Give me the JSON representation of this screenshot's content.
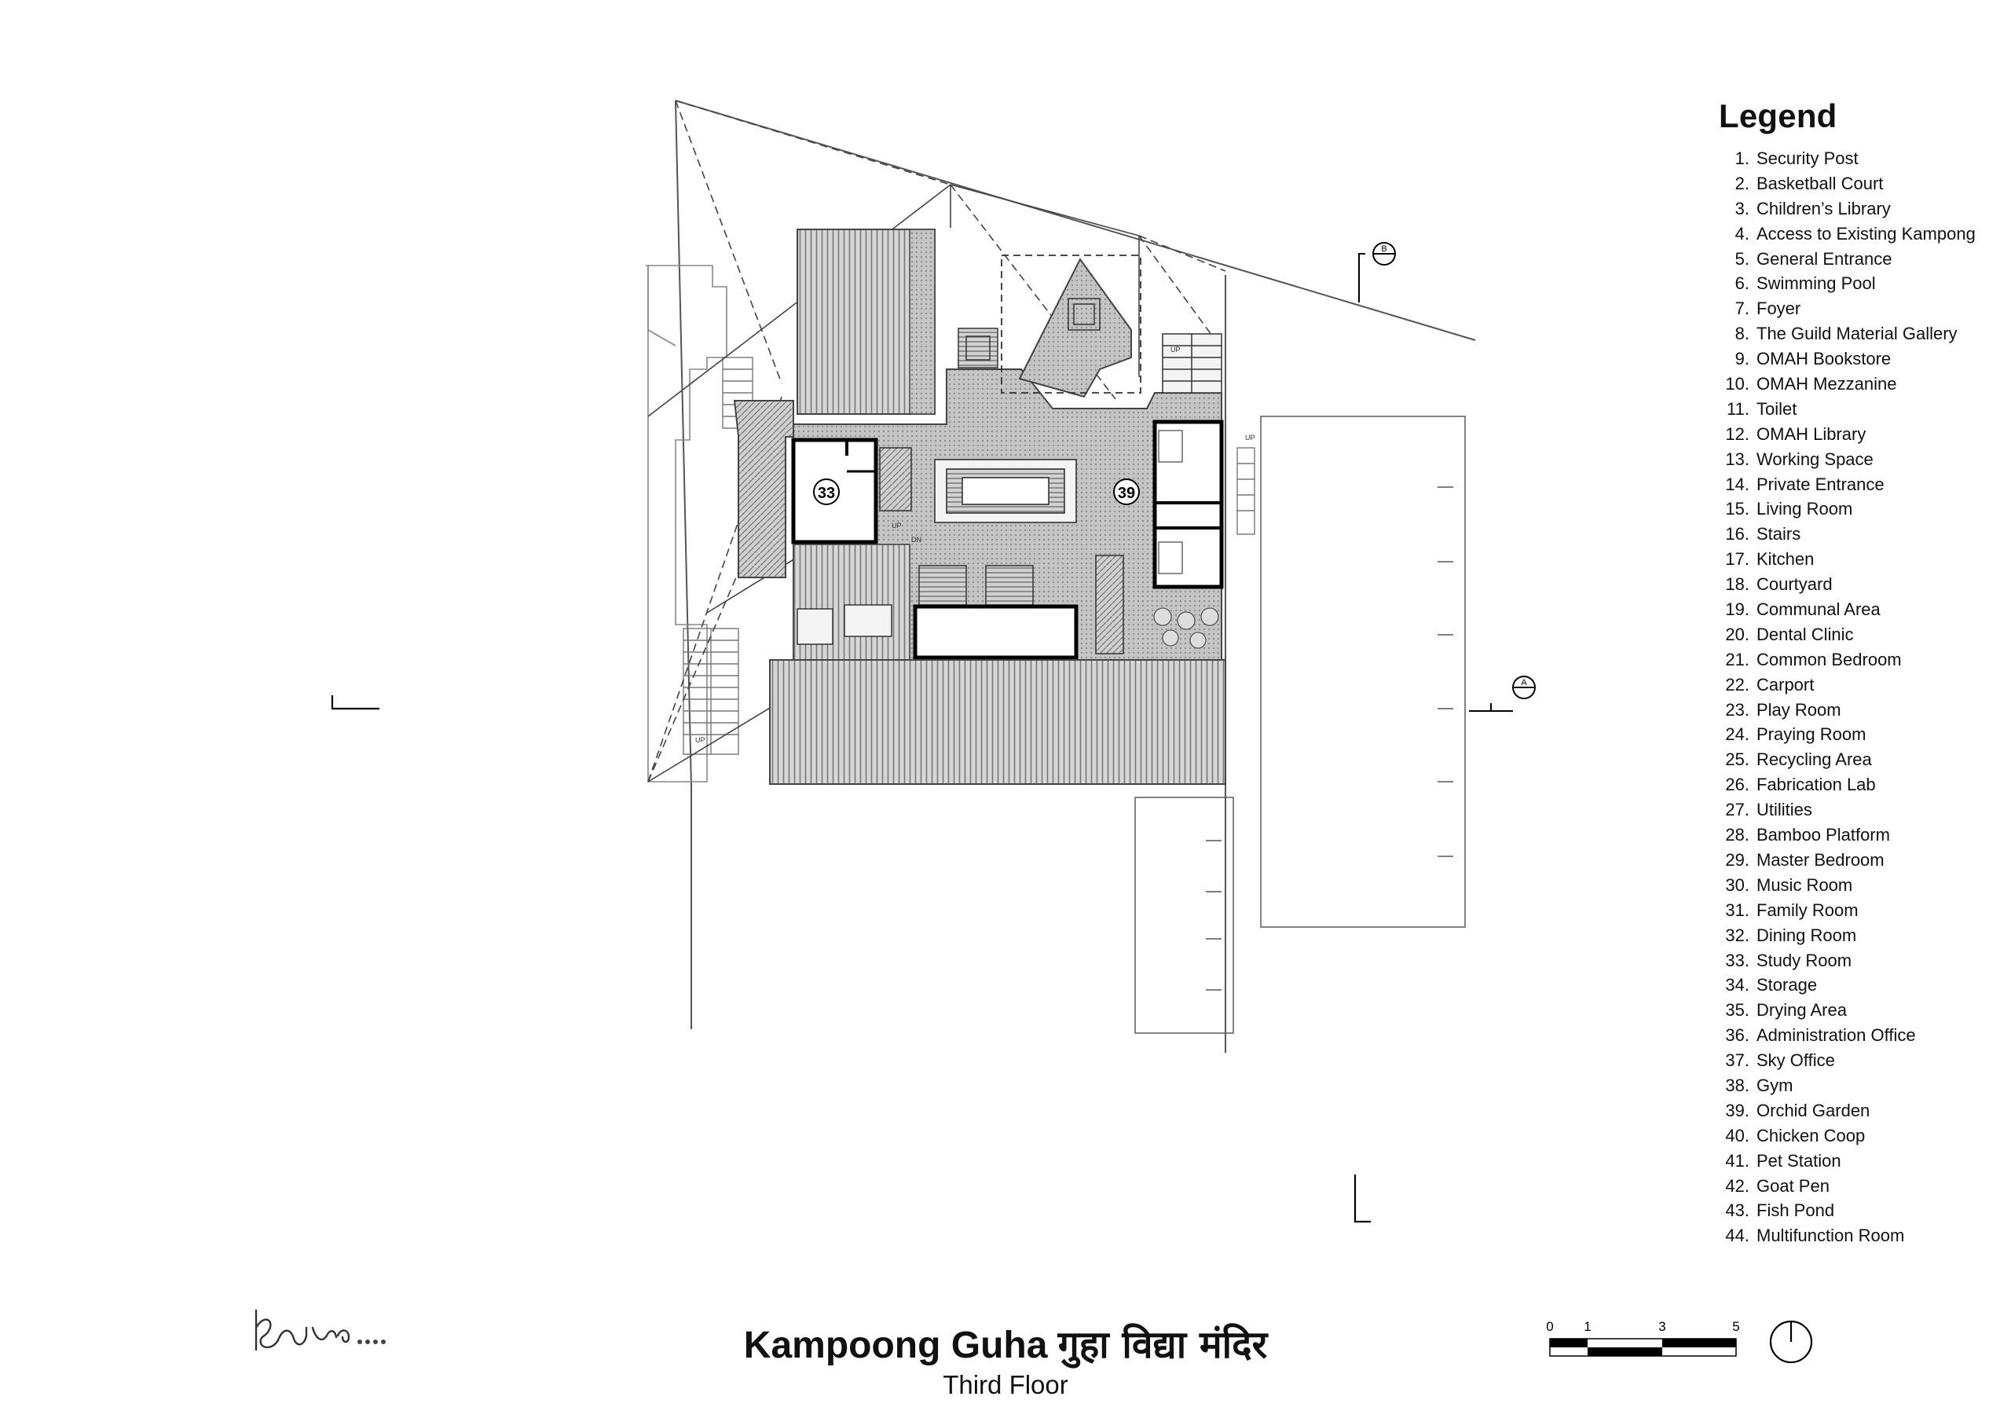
{
  "legend": {
    "heading": "Legend",
    "items": [
      {
        "num": "1.",
        "label": "Security Post"
      },
      {
        "num": "2.",
        "label": "Basketball Court"
      },
      {
        "num": "3.",
        "label": "Children’s Library"
      },
      {
        "num": "4.",
        "label": "Access to Existing Kampong"
      },
      {
        "num": "5.",
        "label": "General Entrance"
      },
      {
        "num": "6.",
        "label": "Swimming Pool"
      },
      {
        "num": "7.",
        "label": "Foyer"
      },
      {
        "num": "8.",
        "label": "The Guild Material Gallery"
      },
      {
        "num": "9.",
        "label": "OMAH Bookstore"
      },
      {
        "num": "10.",
        "label": "OMAH Mezzanine"
      },
      {
        "num": "11.",
        "label": "Toilet"
      },
      {
        "num": "12.",
        "label": "OMAH Library"
      },
      {
        "num": "13.",
        "label": "Working Space"
      },
      {
        "num": "14.",
        "label": "Private Entrance"
      },
      {
        "num": "15.",
        "label": "Living Room"
      },
      {
        "num": "16.",
        "label": "Stairs"
      },
      {
        "num": "17.",
        "label": "Kitchen"
      },
      {
        "num": "18.",
        "label": "Courtyard"
      },
      {
        "num": "19.",
        "label": "Communal Area"
      },
      {
        "num": "20.",
        "label": "Dental Clinic"
      },
      {
        "num": "21.",
        "label": "Common Bedroom"
      },
      {
        "num": "22.",
        "label": "Carport"
      },
      {
        "num": "23.",
        "label": "Play Room"
      },
      {
        "num": "24.",
        "label": "Praying Room"
      },
      {
        "num": "25.",
        "label": "Recycling Area"
      },
      {
        "num": "26.",
        "label": "Fabrication Lab"
      },
      {
        "num": "27.",
        "label": "Utilities"
      },
      {
        "num": "28.",
        "label": "Bamboo Platform"
      },
      {
        "num": "29.",
        "label": "Master Bedroom"
      },
      {
        "num": "30.",
        "label": "Music Room"
      },
      {
        "num": "31.",
        "label": "Family Room"
      },
      {
        "num": "32.",
        "label": "Dining Room"
      },
      {
        "num": "33.",
        "label": "Study Room"
      },
      {
        "num": "34.",
        "label": "Storage"
      },
      {
        "num": "35.",
        "label": "Drying Area"
      },
      {
        "num": "36.",
        "label": "Administration Office"
      },
      {
        "num": "37.",
        "label": "Sky Office"
      },
      {
        "num": "38.",
        "label": "Gym"
      },
      {
        "num": "39.",
        "label": "Orchid Garden"
      },
      {
        "num": "40.",
        "label": "Chicken Coop"
      },
      {
        "num": "41.",
        "label": "Pet Station"
      },
      {
        "num": "42.",
        "label": "Goat Pen"
      },
      {
        "num": "43.",
        "label": "Fish Pond"
      },
      {
        "num": "44.",
        "label": "Multifunction Room"
      }
    ]
  },
  "title": {
    "main": "Kampoong Guha",
    "hindi": "गुहा विद्या मंदिर",
    "subtitle": "Third Floor"
  },
  "plan": {
    "room_tags": [
      "33",
      "39"
    ],
    "section_marks": [
      "B",
      "A"
    ],
    "stair_notes": [
      "UP",
      "UP",
      "UP",
      "UP",
      "DN"
    ]
  },
  "scale_bar": {
    "ticks": [
      "0",
      "1",
      "3",
      "5"
    ]
  },
  "colors": {
    "line": "#333333",
    "hatch": "#777777",
    "fill_gray": "#bdbdbd",
    "wall": "#000000"
  }
}
